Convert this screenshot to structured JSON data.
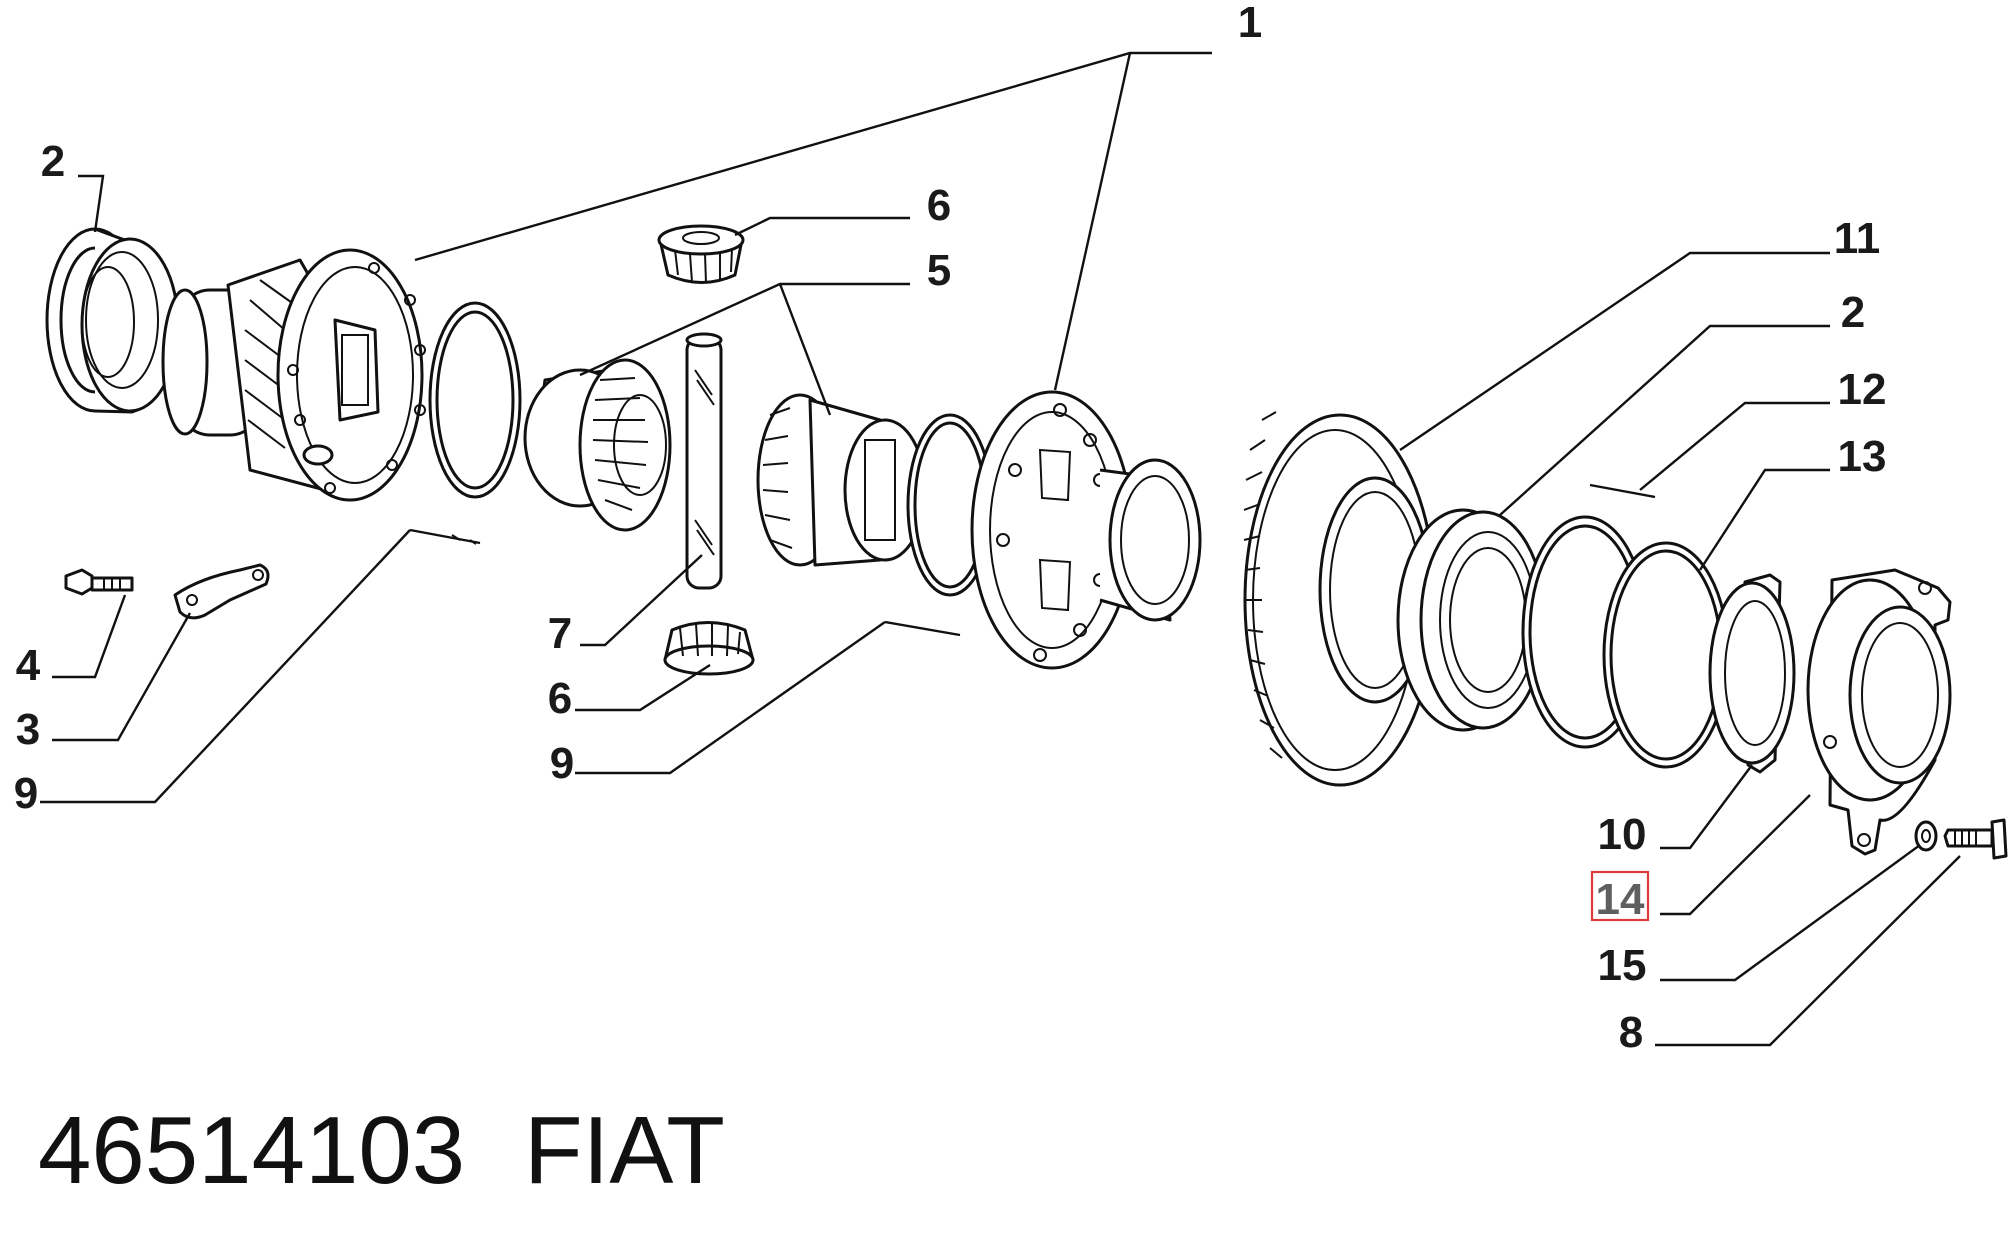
{
  "callouts": {
    "c1": "1",
    "c2_left": "2",
    "c6_top": "6",
    "c5": "5",
    "c11": "11",
    "c2_right": "2",
    "c12": "12",
    "c13": "13",
    "c4": "4",
    "c3": "3",
    "c9_left": "9",
    "c7": "7",
    "c6_bottom": "6",
    "c9_mid": "9",
    "c10": "10",
    "c14": "14",
    "c15": "15",
    "c8": "8"
  },
  "highlighted_callout": "14",
  "footer": {
    "part_number": "46514103",
    "brand": "FIAT"
  },
  "colors": {
    "highlight_border": "#e03a3a",
    "highlight_text": "#5f5f5f",
    "line": "#111111"
  }
}
